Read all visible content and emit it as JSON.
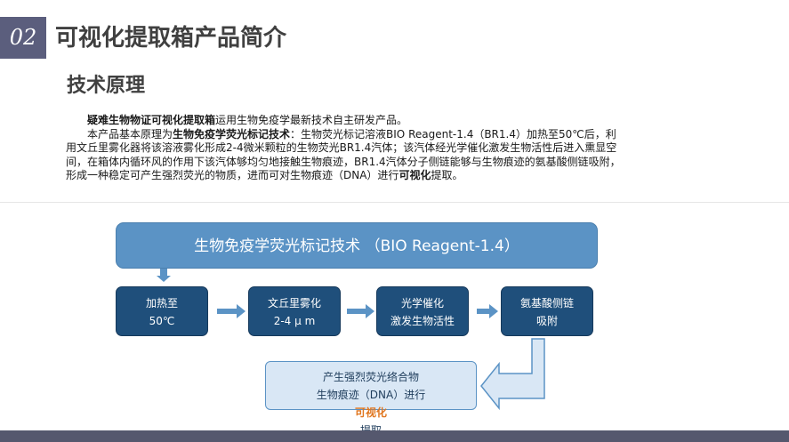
{
  "slide": {
    "number": "02",
    "title": "可视化提取箱产品简介",
    "subtitle": "技术原理"
  },
  "paragraph": {
    "p1_bold": "疑难生物物证可视化提取箱",
    "p1_rest": "运用生物免疫学最新技术自主研发产品。",
    "p2_a": "本产品基本原理为",
    "p2_bold1": "生物免疫学荧光标记技术",
    "p2_b": "：生物荧光标记溶液BIO Reagent-1.4（BR1.4）加热至50℃后，利用文丘里雾化器将该溶液雾化形成2-4微米颗粒的生物荧光BR1.4汽体；该汽体经光学催化激发生物活性后进入熏显空间，在箱体内循环风的作用下该汽体够均匀地接触生物痕迹，BR1.4汽体分子侧链能够与生物痕迹的氨基酸侧链吸附，形成一种稳定可产生强烈荧光的物质，进而可对生物痕迹（DNA）进行",
    "p2_bold2": "可视化",
    "p2_c": "提取。"
  },
  "diagram": {
    "header": "生物免疫学荧光标记技术  （BIO Reagent-1.4）",
    "steps": [
      {
        "line1": "加热至",
        "line2": "50℃"
      },
      {
        "line1": "文丘里雾化",
        "line2": "2-4 μ m"
      },
      {
        "line1": "光学催化",
        "line2": "激发生物活性"
      },
      {
        "line1": "氨基酸侧链",
        "line2": "吸附"
      }
    ],
    "result": {
      "line1": "产生强烈荧光络合物",
      "line2_prefix": "生物痕迹（DNA）进行",
      "line2_highlight": "可视化",
      "line2_suffix": "提取"
    }
  },
  "colors": {
    "badge": "#5b5e7d",
    "header_box": "#5b93c5",
    "step_box": "#1f4f7b",
    "result_box": "#d9e7f5",
    "highlight": "#e0761f",
    "footer": "#55586e"
  }
}
